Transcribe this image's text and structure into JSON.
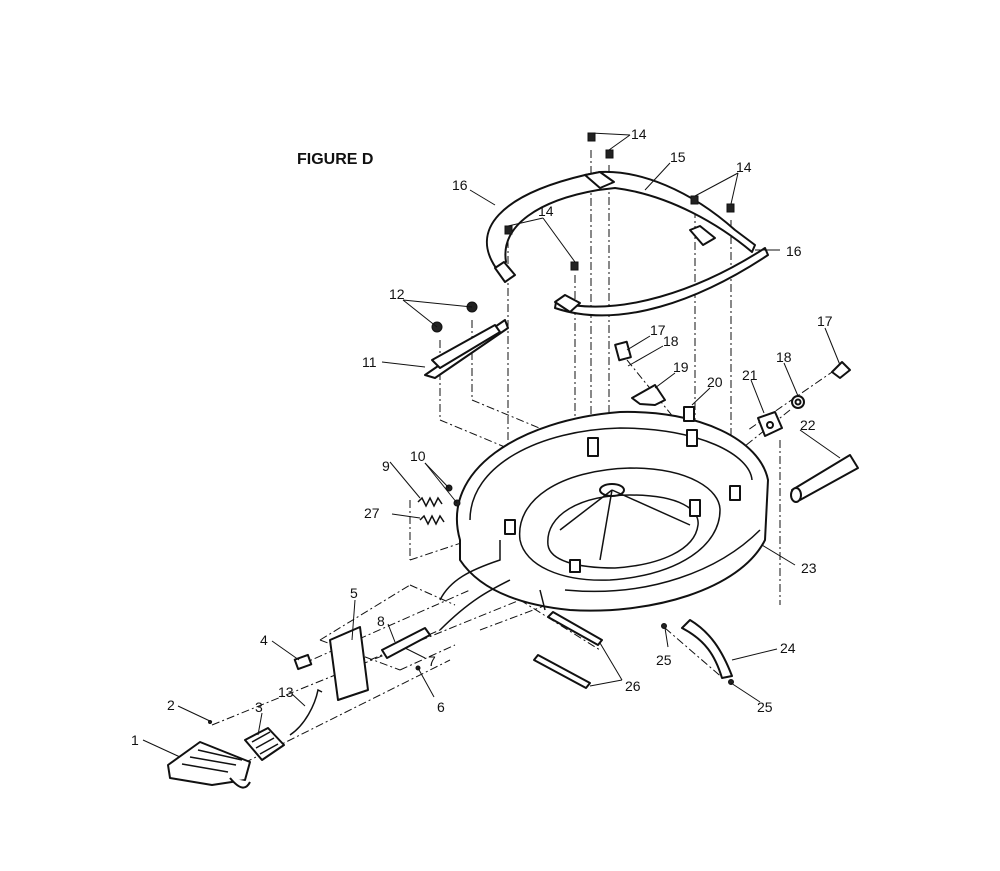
{
  "figure": {
    "title": "FIGURE D"
  },
  "callouts": [
    {
      "id": "c1",
      "text": "1"
    },
    {
      "id": "c2",
      "text": "2"
    },
    {
      "id": "c3",
      "text": "3"
    },
    {
      "id": "c4",
      "text": "4"
    },
    {
      "id": "c5",
      "text": "5"
    },
    {
      "id": "c6",
      "text": "6"
    },
    {
      "id": "c7",
      "text": "7"
    },
    {
      "id": "c8",
      "text": "8"
    },
    {
      "id": "c9",
      "text": "9"
    },
    {
      "id": "c10",
      "text": "10"
    },
    {
      "id": "c11",
      "text": "11"
    },
    {
      "id": "c12",
      "text": "12"
    },
    {
      "id": "c13",
      "text": "13"
    },
    {
      "id": "c14a",
      "text": "14"
    },
    {
      "id": "c14b",
      "text": "14"
    },
    {
      "id": "c14c",
      "text": "14"
    },
    {
      "id": "c15",
      "text": "15"
    },
    {
      "id": "c16a",
      "text": "16"
    },
    {
      "id": "c16b",
      "text": "16"
    },
    {
      "id": "c17a",
      "text": "17"
    },
    {
      "id": "c17b",
      "text": "17"
    },
    {
      "id": "c18a",
      "text": "18"
    },
    {
      "id": "c18b",
      "text": "18"
    },
    {
      "id": "c19",
      "text": "19"
    },
    {
      "id": "c20",
      "text": "20"
    },
    {
      "id": "c21",
      "text": "21"
    },
    {
      "id": "c22",
      "text": "22"
    },
    {
      "id": "c23",
      "text": "23"
    },
    {
      "id": "c24",
      "text": "24"
    },
    {
      "id": "c25a",
      "text": "25"
    },
    {
      "id": "c25b",
      "text": "25"
    },
    {
      "id": "c26",
      "text": "26"
    },
    {
      "id": "c27",
      "text": "27"
    }
  ]
}
